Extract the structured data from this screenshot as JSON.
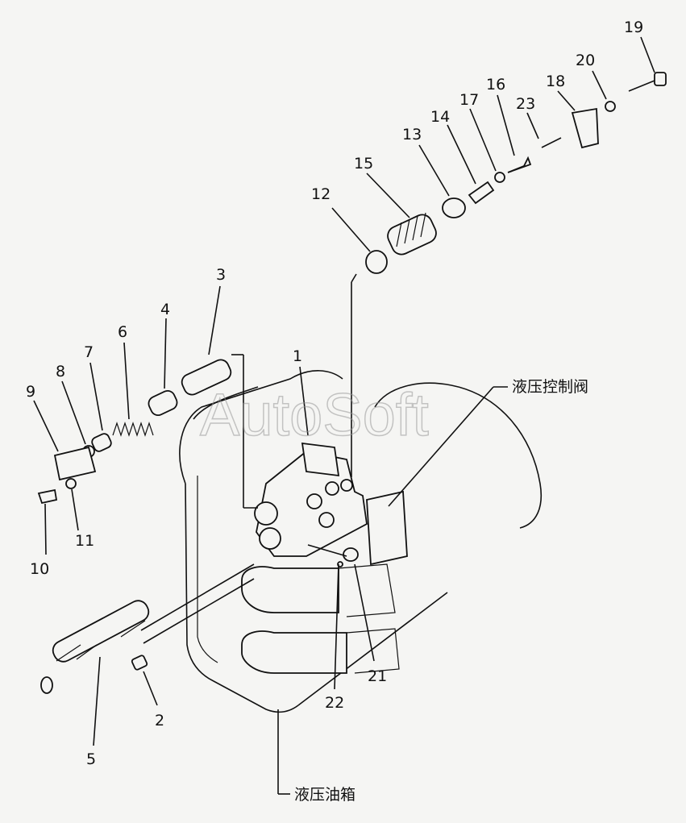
{
  "callouts": {
    "n1": "1",
    "n2": "2",
    "n3": "3",
    "n4": "4",
    "n5": "5",
    "n6": "6",
    "n7": "7",
    "n8": "8",
    "n9": "9",
    "n10": "10",
    "n11": "11",
    "n12": "12",
    "n13": "13",
    "n14": "14",
    "n15": "15",
    "n16": "16",
    "n17": "17",
    "n18": "18",
    "n19": "19",
    "n20": "20",
    "n21": "21",
    "n22": "22",
    "n23": "23"
  },
  "labels": {
    "control_valve": "液压控制阀",
    "oil_tank": "液压油箱"
  },
  "watermark": "AutoSoft"
}
